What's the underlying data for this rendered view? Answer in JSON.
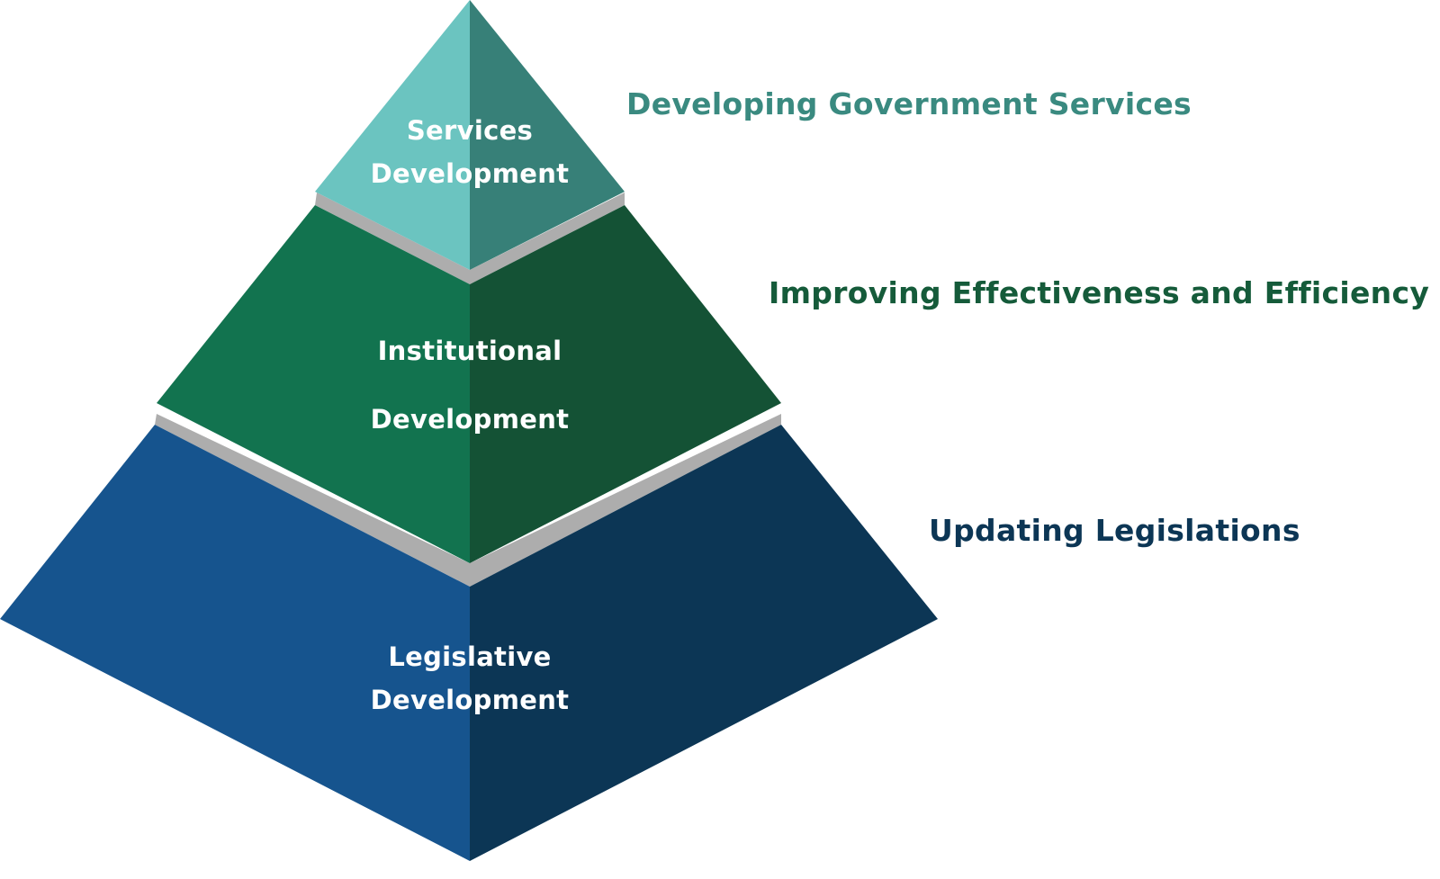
{
  "colors": {
    "top_left": "#6BC4C0",
    "top_right": "#378078",
    "mid_left": "#12734F",
    "mid_right": "#145235",
    "bot_left": "#16548E",
    "bot_right": "#0C3655",
    "separator": "#ADADAD",
    "heading_top": "#3A8A80",
    "heading_mid": "#155B3A",
    "heading_bot": "#0C3655"
  },
  "levels": [
    {
      "label_line1": "Services",
      "label_line2": "Development",
      "description": "Developing Government Services"
    },
    {
      "label_line1": "Institutional",
      "label_line2": "Development",
      "description": "Improving Effectiveness and Efficiency"
    },
    {
      "label_line1": "Legislative",
      "label_line2": "Development",
      "description": "Updating Legislations"
    }
  ]
}
